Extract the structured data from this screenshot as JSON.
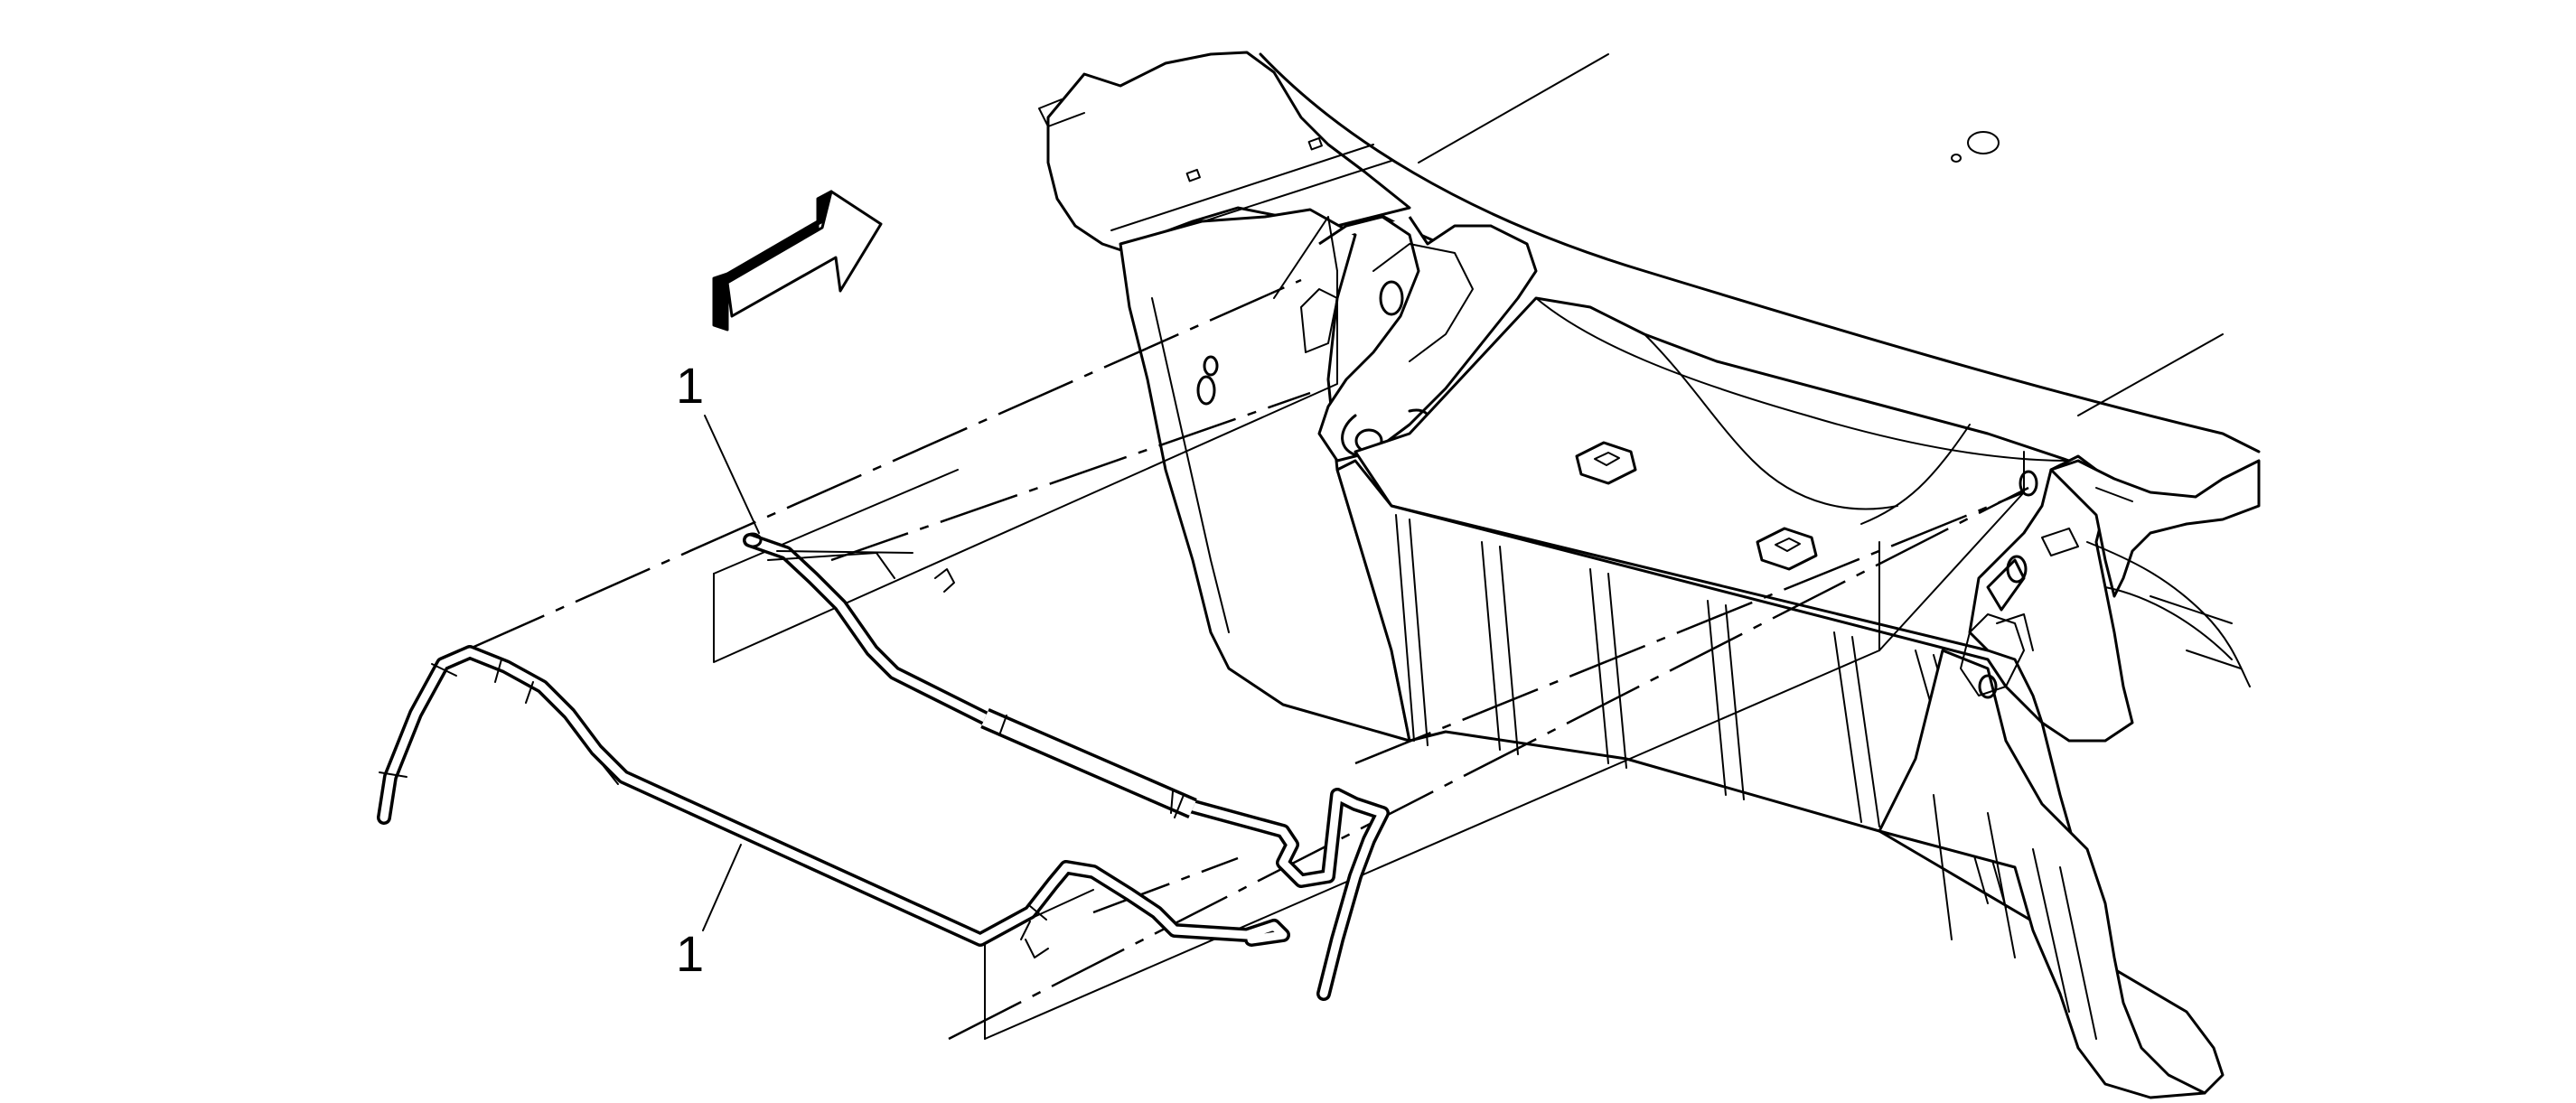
{
  "diagram": {
    "callouts": [
      {
        "id": "callout-upper",
        "label": "1"
      },
      {
        "id": "callout-lower",
        "label": "1"
      }
    ],
    "icons": [
      "direction-arrow-icon"
    ],
    "colors": {
      "line": "#000000",
      "background": "#ffffff",
      "arrow_side": "#000000"
    }
  }
}
